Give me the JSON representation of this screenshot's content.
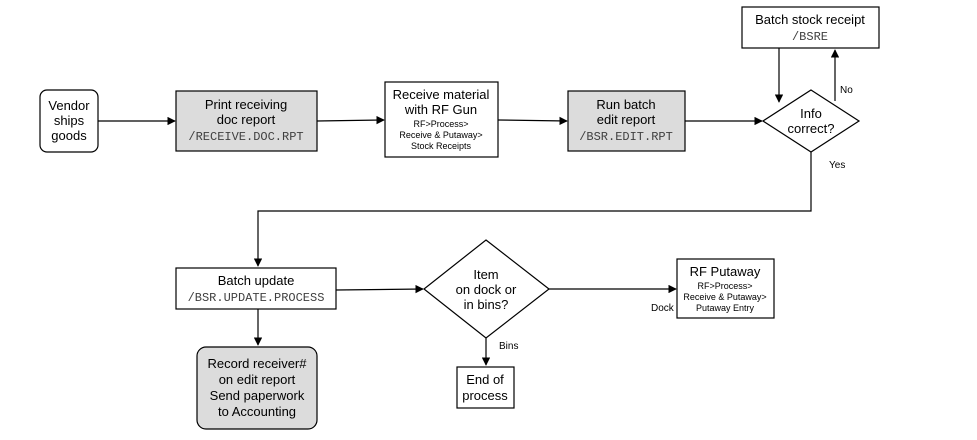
{
  "nodes": {
    "vendor": {
      "lines": [
        "Vendor",
        "ships",
        "goods"
      ]
    },
    "print_receiving": {
      "lines": [
        "Print receiving",
        "doc report"
      ],
      "code": "/RECEIVE.DOC.RPT"
    },
    "receive_material": {
      "lines": [
        "Receive material",
        "with RF Gun"
      ],
      "sub": [
        "RF>Process>",
        "Receive & Putaway>",
        "Stock Receipts"
      ]
    },
    "run_batch": {
      "lines": [
        "Run batch",
        "edit report"
      ],
      "code": "/BSR.EDIT.RPT"
    },
    "info_correct": {
      "lines": [
        "Info",
        "correct?"
      ]
    },
    "batch_stock_receipt": {
      "lines": [
        "Batch stock receipt"
      ],
      "code": "/BSRE"
    },
    "batch_update": {
      "lines": [
        "Batch update"
      ],
      "code": "/BSR.UPDATE.PROCESS"
    },
    "record_receiver": {
      "lines": [
        "Record receiver#",
        "on edit report",
        "Send paperwork",
        "to Accounting"
      ]
    },
    "item_location": {
      "lines": [
        "Item",
        "on dock or",
        "in bins?"
      ]
    },
    "rf_putaway": {
      "lines": [
        "RF Putaway"
      ],
      "sub": [
        "RF>Process>",
        "Receive & Putaway>",
        "Putaway Entry"
      ]
    },
    "end_process": {
      "lines": [
        "End of",
        "process"
      ]
    }
  },
  "edge_labels": {
    "no": "No",
    "yes": "Yes",
    "dock": "Dock",
    "bins": "Bins"
  },
  "colors": {
    "gray_box": "#dcdcdc",
    "line": "#000000"
  }
}
